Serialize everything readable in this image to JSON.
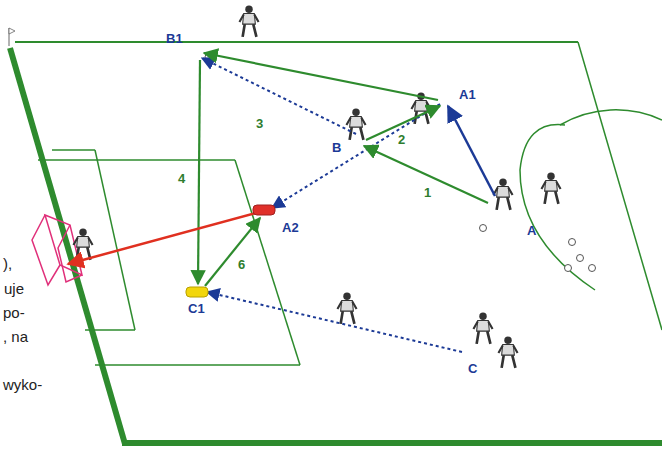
{
  "diagram": {
    "labels": [
      "B1",
      "3",
      "B",
      "2",
      "A1",
      "4",
      "1",
      "A",
      "A2",
      "6",
      "C1",
      "),",
      "uje",
      "po-",
      ", na",
      "C",
      "wyko-"
    ]
  }
}
